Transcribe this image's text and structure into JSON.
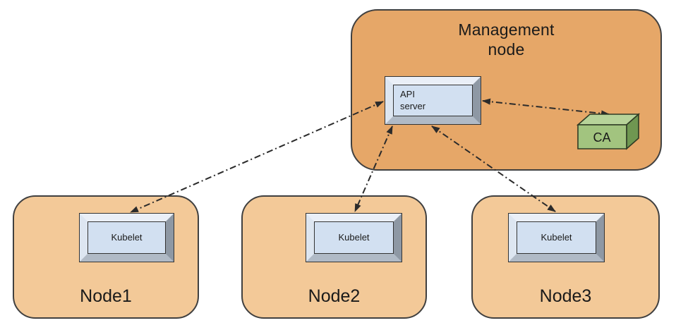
{
  "diagram": {
    "management_node": {
      "label": "Management\nnode",
      "api_server_label": "API\nserver",
      "ca_label": "CA"
    },
    "worker_nodes": [
      {
        "label": "Node1",
        "component_label": "Kubelet"
      },
      {
        "label": "Node2",
        "component_label": "Kubelet"
      },
      {
        "label": "Node3",
        "component_label": "Kubelet"
      }
    ],
    "connections": [
      {
        "from": "api-server",
        "to": "kubelet-node1",
        "style": "dash-dot",
        "bidirectional": true
      },
      {
        "from": "api-server",
        "to": "kubelet-node2",
        "style": "dash-dot",
        "bidirectional": true
      },
      {
        "from": "api-server",
        "to": "kubelet-node3",
        "style": "dash-dot",
        "bidirectional": true
      },
      {
        "from": "api-server",
        "to": "ca",
        "style": "dash-dot",
        "bidirectional": true
      }
    ],
    "colors": {
      "management_fill": "#e6a768",
      "node_fill": "#f3c998",
      "box_face": "#d2e0f1",
      "bevel_light": "#eaeff7",
      "bevel_left": "#dde6f1",
      "bevel_right": "#8e98a4",
      "bevel_bottom": "#b0bac6",
      "ca_front": "#a2c47f",
      "ca_top": "#b7d399",
      "ca_side": "#6f9751",
      "outline": "#404040",
      "arrow": "#2b2b2b"
    }
  }
}
